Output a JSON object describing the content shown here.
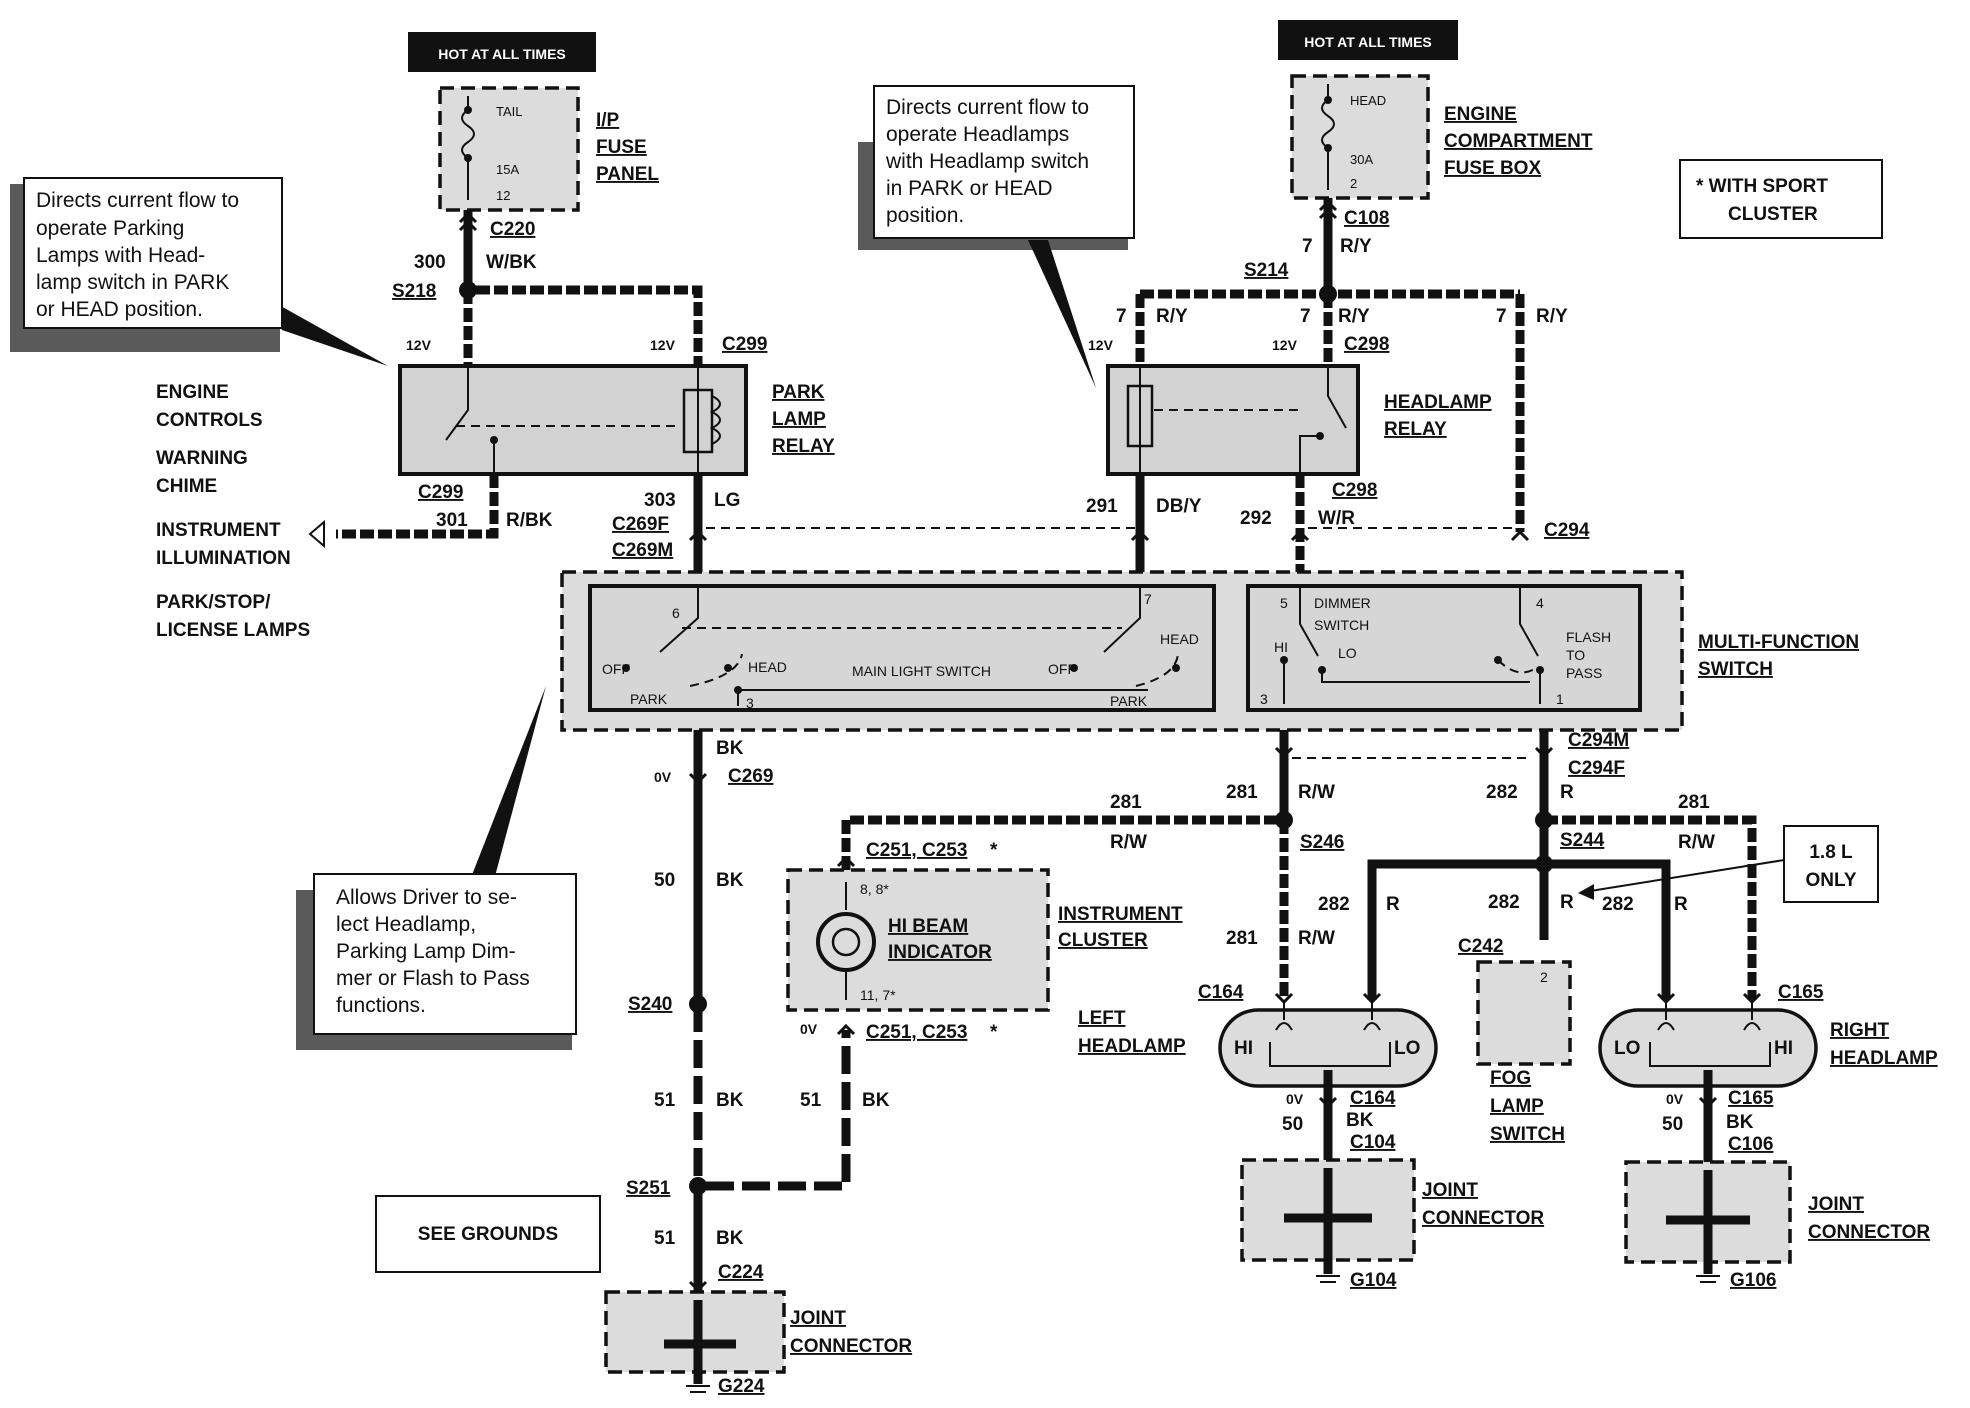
{
  "power": {
    "left": "HOT AT ALL TIMES",
    "right": "HOT AT ALL TIMES"
  },
  "notes": {
    "park": [
      "Directs current flow to",
      "operate       Parking",
      "Lamps   with   Head-",
      "lamp switch in PARK",
      "or HEAD position."
    ],
    "head": [
      "Directs current flow to",
      "operate    Headlamps",
      "with Headlamp switch",
      "in   PARK   or   HEAD",
      "position."
    ],
    "select": [
      "Allows Driver to se-",
      "lect        Headlamp,",
      "Parking Lamp Dim-",
      "mer or Flash to Pass",
      "functions."
    ],
    "sport": [
      "*   WITH SPORT",
      "CLUSTER"
    ],
    "see_grounds": "SEE GROUNDS",
    "only_18": [
      "1.8 L",
      "ONLY"
    ]
  },
  "components": {
    "ip_fuse_panel": [
      "I/P",
      "FUSE",
      "PANEL"
    ],
    "ip_fuse": {
      "name": "TAIL",
      "amps": "15A",
      "pin": "12"
    },
    "engine_fuse_box": [
      "ENGINE",
      "COMPARTMENT",
      "FUSE BOX"
    ],
    "engine_fuse": {
      "name": "HEAD",
      "amps": "30A",
      "pin": "2"
    },
    "park_lamp_relay": [
      "PARK",
      "LAMP",
      "RELAY"
    ],
    "headlamp_relay": [
      "HEADLAMP",
      "RELAY"
    ],
    "multi_function_switch": [
      "MULTI-FUNCTION",
      "SWITCH"
    ],
    "instrument_cluster": [
      "INSTRUMENT",
      "CLUSTER"
    ],
    "hi_beam_indicator": [
      "HI BEAM",
      "INDICATOR"
    ],
    "left_headlamp": [
      "LEFT",
      "HEADLAMP"
    ],
    "right_headlamp": [
      "RIGHT",
      "HEADLAMP"
    ],
    "fog_lamp_switch": [
      "FOG",
      "LAMP",
      "SWITCH"
    ],
    "joint_connector": [
      "JOINT",
      "CONNECTOR"
    ]
  },
  "loads": [
    "ENGINE",
    "CONTROLS",
    "WARNING",
    "CHIME",
    "INSTRUMENT",
    "ILLUMINATION",
    "PARK/STOP/",
    "LICENSE LAMPS"
  ],
  "switch_labels": {
    "off": "OFF",
    "park": "PARK",
    "head": "HEAD",
    "main": "MAIN LIGHT SWITCH",
    "dimmer": [
      "DIMMER",
      "SWITCH"
    ],
    "hi": "HI",
    "lo": "LO",
    "flash": [
      "FLASH",
      "TO",
      "PASS"
    ],
    "pins": {
      "p6": "6",
      "p3": "3",
      "p7": "7",
      "p5": "5",
      "p4": "4",
      "p3b": "3",
      "p1": "1"
    }
  },
  "connectors": {
    "c220": "C220",
    "s218": "S218",
    "c299": "C299",
    "c299b": "C299",
    "c269f": "C269F",
    "c269m": "C269M",
    "c108": "C108",
    "s214": "S214",
    "c298": "C298",
    "c298b": "C298",
    "c294": "C294",
    "c269": "C269",
    "c294m": "C294M",
    "c294f": "C294F",
    "s246": "S246",
    "s244": "S244",
    "c251_top": "C251, C253",
    "c251_bot": "C251, C253",
    "star": "*",
    "s240": "S240",
    "s251": "S251",
    "c224": "C224",
    "g224": "G224",
    "c164": "C164",
    "c164b": "C164",
    "c104": "C104",
    "g104": "G104",
    "c242": "C242",
    "c165": "C165",
    "c165b": "C165",
    "c106": "C106",
    "g106": "G106"
  },
  "wires": {
    "w300": "300",
    "wbk": "W/BK",
    "w301": "301",
    "rbk": "R/BK",
    "w303": "303",
    "lg": "LG",
    "w7a": "7",
    "ry_a": "R/Y",
    "w7b": "7",
    "ry_b": "R/Y",
    "w7c": "7",
    "ry_c": "R/Y",
    "w7d": "7",
    "ry_d": "R/Y",
    "w291": "291",
    "dby": "DB/Y",
    "w292": "292",
    "wr": "W/R",
    "bk_top": "BK",
    "w50": "50",
    "bk50": "BK",
    "w51a": "51",
    "bk51a": "BK",
    "w51b": "51",
    "bk51b": "BK",
    "w51c": "51",
    "bk51c": "BK",
    "w281a": "281",
    "rw_a": "R/W",
    "w281b": "281",
    "rw_b": "R/W",
    "w281c": "281",
    "rw_c": "R/W",
    "w281d": "281",
    "rw_d": "R/W",
    "w282a": "282",
    "r_a": "R",
    "w282b": "282",
    "r_b": "R",
    "w282c": "282",
    "r_c": "R",
    "w282d": "282",
    "r_d": "R",
    "w50l": "50",
    "bkl": "BK",
    "w50r": "50",
    "bkr": "BK"
  },
  "voltages": {
    "v12a": "12V",
    "v12b": "12V",
    "v12c": "12V",
    "v12d": "12V",
    "v0a": "0V",
    "v0b": "0V",
    "v0c": "0V",
    "v0d": "0V"
  },
  "pins": {
    "hb_top": "8, 8*",
    "hb_bot": "11, 7*",
    "fog": "2"
  }
}
